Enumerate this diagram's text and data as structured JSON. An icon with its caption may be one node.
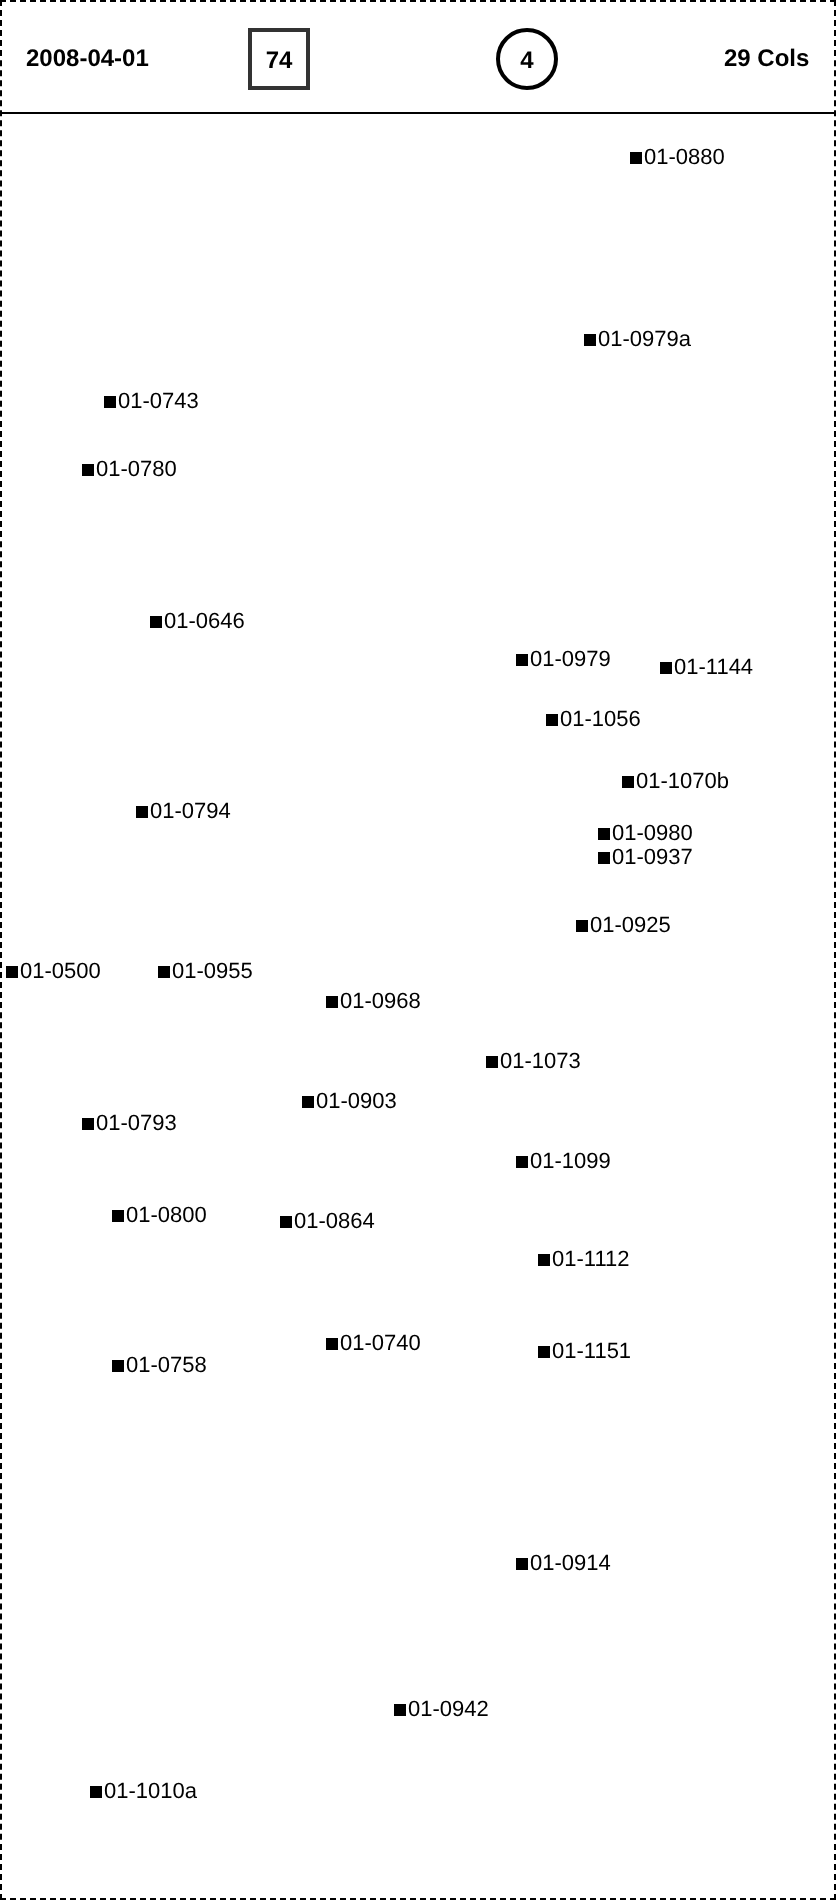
{
  "diagram": {
    "nodes": [
      {
        "text": [
          "74"
        ]
      },
      {
        "text": [
          "4"
        ]
      }
    ],
    "labels": [
      "2008-04-01",
      "29 Cols",
      "01-0880",
      "01-0979a",
      "01-0743",
      "01-0780",
      "01-0646",
      "01-0979",
      "01-1144",
      "01-1056",
      "01-1070b",
      "01-0794",
      "01-0980",
      "01-0937",
      "01-0925",
      "01-0500",
      "01-0955",
      "01-0968",
      "01-1073",
      "01-0903",
      "01-0793",
      "01-1099",
      "01-0800",
      "01-0864",
      "01-1112",
      "01-0740",
      "01-1151",
      "01-0758",
      "01-0914",
      "01-0942",
      "01-1010a"
    ]
  }
}
